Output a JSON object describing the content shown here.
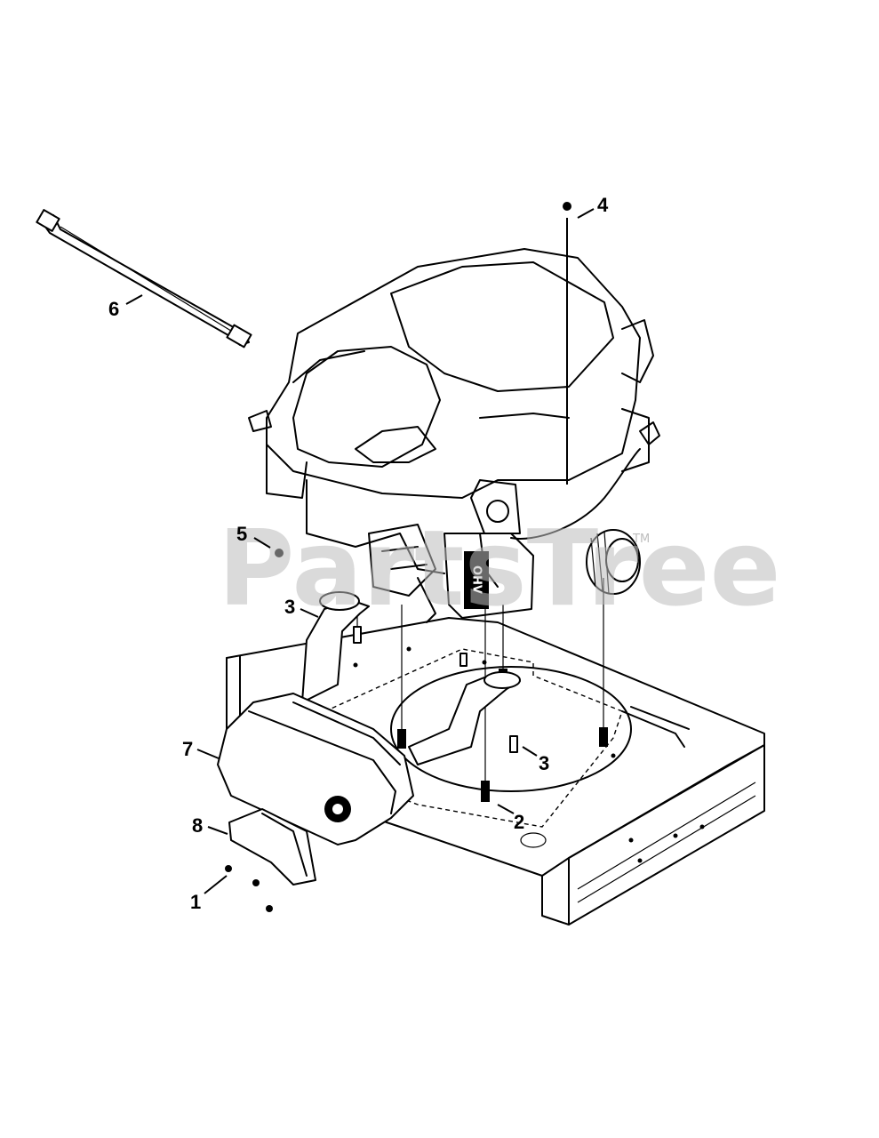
{
  "watermark": {
    "text": "PartsTree",
    "tm": "TM"
  },
  "callouts": [
    {
      "id": "1",
      "label": "1"
    },
    {
      "id": "2",
      "label": "2"
    },
    {
      "id": "3a",
      "label": "3"
    },
    {
      "id": "3b",
      "label": "3"
    },
    {
      "id": "4",
      "label": "4"
    },
    {
      "id": "5",
      "label": "5"
    },
    {
      "id": "6",
      "label": "6"
    },
    {
      "id": "7",
      "label": "7"
    },
    {
      "id": "8",
      "label": "8"
    }
  ],
  "engine_badge": "OHV"
}
